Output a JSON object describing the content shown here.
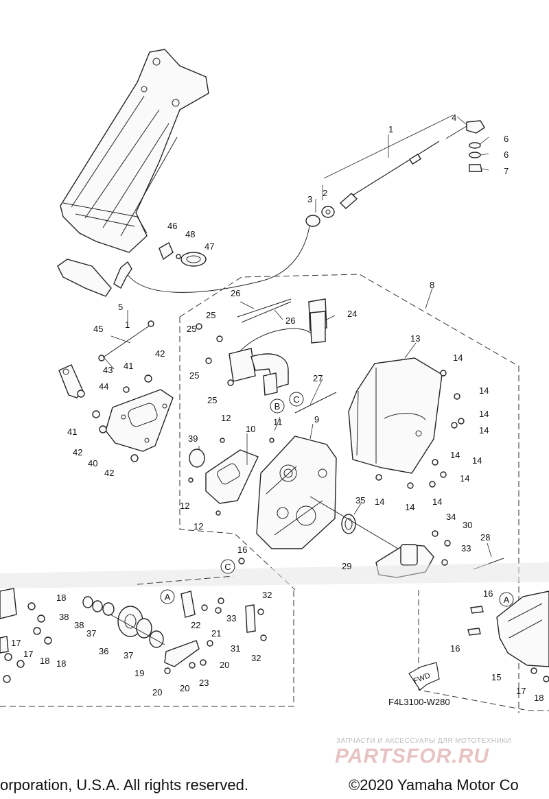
{
  "diagram": {
    "code": "F4L3100-W280",
    "fwd_label": "FWD",
    "section_markers": [
      "A",
      "B",
      "C"
    ],
    "callouts": {
      "c1": "1",
      "c1b": "1",
      "c2": "2",
      "c3": "3",
      "c4": "4",
      "c5": "5",
      "c6a": "6",
      "c6b": "6",
      "c7": "7",
      "c8": "8",
      "c9": "9",
      "c10": "10",
      "c11": "11",
      "c12a": "12",
      "c12b": "12",
      "c12c": "12",
      "c13": "13",
      "c14a": "14",
      "c14b": "14",
      "c14c": "14",
      "c14d": "14",
      "c14e": "14",
      "c14f": "14",
      "c14g": "14",
      "c14h": "14",
      "c14i": "14",
      "c14j": "14",
      "c15": "15",
      "c16a": "16",
      "c16b": "16",
      "c16c": "16",
      "c17a": "17",
      "c17b": "17",
      "c17c": "17",
      "c18a": "18",
      "c18b": "18",
      "c18c": "18",
      "c18d": "18",
      "c19": "19",
      "c20a": "20",
      "c20b": "20",
      "c20c": "20",
      "c21": "21",
      "c22": "22",
      "c23": "23",
      "c24": "24",
      "c25a": "25",
      "c25b": "25",
      "c25c": "25",
      "c26a": "26",
      "c26b": "26",
      "c27": "27",
      "c28": "28",
      "c29": "29",
      "c30": "30",
      "c31": "31",
      "c32a": "32",
      "c32b": "32",
      "c33a": "33",
      "c33b": "33",
      "c34": "34",
      "c35": "35",
      "c36": "36",
      "c37a": "37",
      "c37b": "37",
      "c38a": "38",
      "c38b": "38",
      "c39": "39",
      "c40": "40",
      "c41a": "41",
      "c41b": "41",
      "c42a": "42",
      "c42b": "42",
      "c42c": "42",
      "c43": "43",
      "c44": "44",
      "c45": "45",
      "c46": "46",
      "c47": "47",
      "c48": "48"
    }
  },
  "watermark": {
    "tagline": "ЗАПЧАСТИ И АКСЕССУАРЫ ДЛЯ МОТОТЕХНИКИ",
    "brand": "PARTSFOR.RU"
  },
  "footer": {
    "left": "orporation, U.S.A. All rights reserved.",
    "right": "©2020 Yamaha Motor Co"
  }
}
